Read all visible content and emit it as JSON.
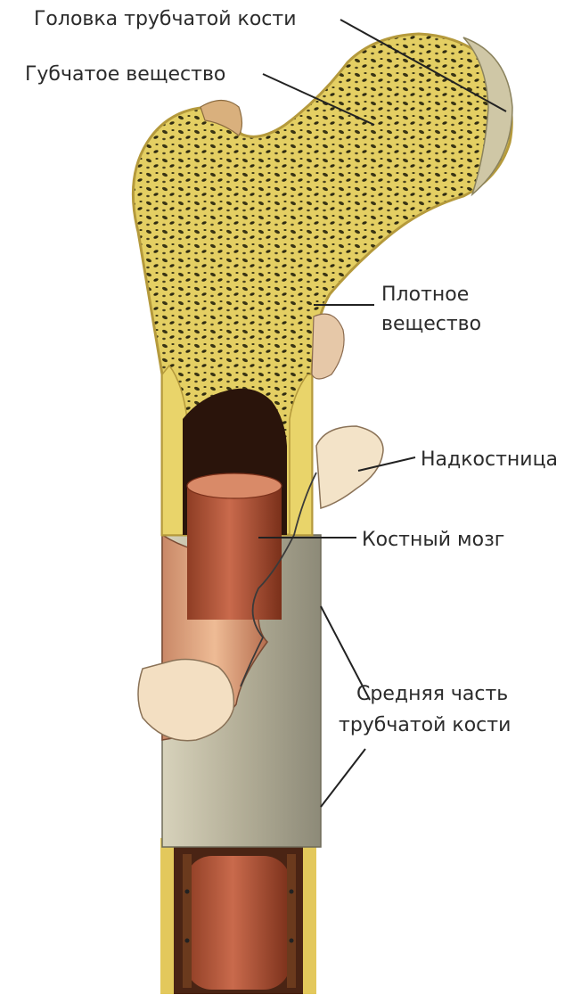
{
  "labels": {
    "bone_head": "Головка трубчатой кости",
    "spongy": "Губчатое вещество",
    "compact_line1": "Плотное",
    "compact_line2": "вещество",
    "periosteum": "Надкостница",
    "marrow": "Костный мозг",
    "shaft_line1": "Средняя часть",
    "shaft_line2": "трубчатой кости"
  },
  "colors": {
    "bone_yellow": "#e9d46a",
    "spongy_pores": "#3a3515",
    "marrow": "#b8553a",
    "periosteum": "#f3dfc2",
    "shaft_grey": "#b3b09a",
    "cavity": "#5a2e1b",
    "leader": "#222222"
  }
}
